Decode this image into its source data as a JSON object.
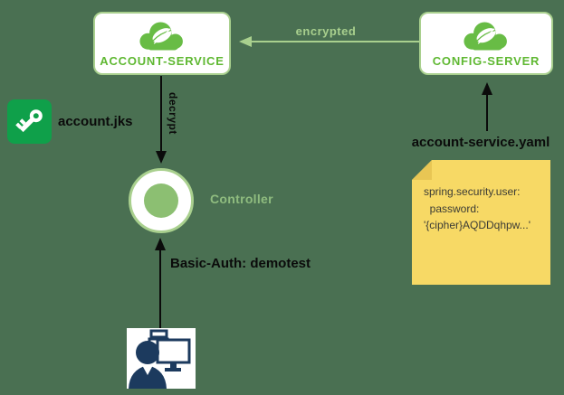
{
  "nodes": {
    "account_service": {
      "label": "ACCOUNT-SERVICE",
      "icon": "spring-cloud-logo"
    },
    "config_server": {
      "label": "CONFIG-SERVER",
      "icon": "spring-cloud-logo"
    },
    "controller": {
      "label": "Controller"
    }
  },
  "edges": {
    "encrypted": {
      "label": "encrypted",
      "from": "config_server",
      "to": "account_service",
      "color": "#A9D08E"
    },
    "decrypt": {
      "label": "decrypt",
      "from": "account_service",
      "to": "controller",
      "color": "#0b0b0b"
    },
    "basic_auth": {
      "label": "Basic-Auth: demotest",
      "from": "user",
      "to": "controller",
      "color": "#0b0b0b"
    },
    "yaml_to_config": {
      "label": "",
      "from": "yaml_file",
      "to": "config_server",
      "color": "#0b0b0b"
    }
  },
  "files": {
    "keystore": {
      "label": "account.jks",
      "icon": "key-icon"
    },
    "yaml": {
      "label": "account-service.yaml"
    }
  },
  "note": {
    "lines": {
      "0": "spring.security.user:",
      "1": "  password:",
      "2": "'{cipher}AQDDqhpw...'"
    },
    "color": "#F7D965"
  },
  "colors": {
    "background": "#4A7052",
    "spring_green": "#68BC45",
    "light_green": "#A9D08E",
    "node_label_green": "#5FB832",
    "key_icon_green": "#0FA04A",
    "user_icon_navy": "#1C3A5E"
  }
}
